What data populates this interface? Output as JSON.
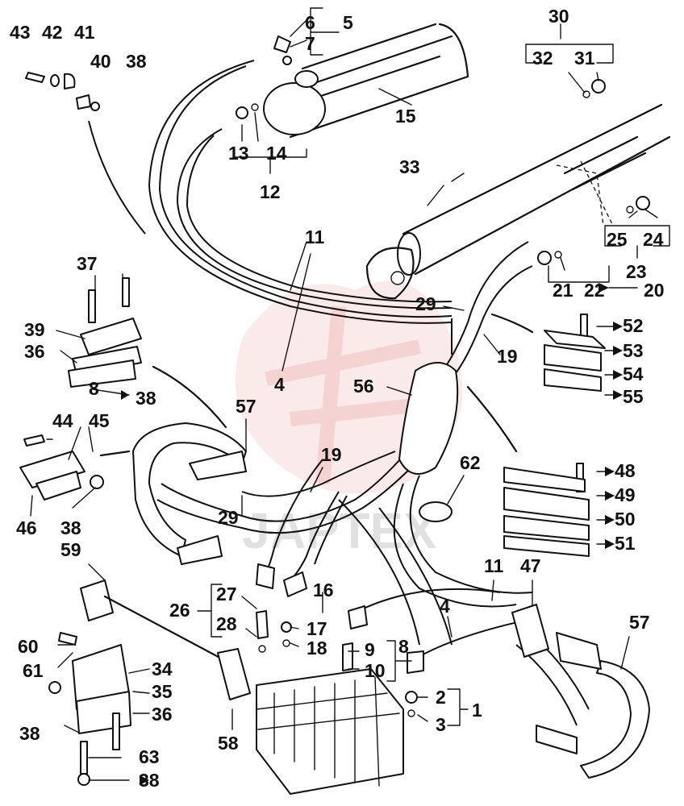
{
  "diagram": {
    "watermark": "JAPTEX",
    "callouts": [
      {
        "id": "c43",
        "text": "43"
      },
      {
        "id": "c42",
        "text": "42"
      },
      {
        "id": "c41",
        "text": "41"
      },
      {
        "id": "c40",
        "text": "40"
      },
      {
        "id": "c38a",
        "text": "38"
      },
      {
        "id": "c6",
        "text": "6"
      },
      {
        "id": "c5",
        "text": "5"
      },
      {
        "id": "c7",
        "text": "7"
      },
      {
        "id": "c15",
        "text": "15"
      },
      {
        "id": "c13",
        "text": "13"
      },
      {
        "id": "c14",
        "text": "14"
      },
      {
        "id": "c12",
        "text": "12"
      },
      {
        "id": "c30",
        "text": "30"
      },
      {
        "id": "c32",
        "text": "32"
      },
      {
        "id": "c31",
        "text": "31"
      },
      {
        "id": "c33",
        "text": "33"
      },
      {
        "id": "c25",
        "text": "25"
      },
      {
        "id": "c24",
        "text": "24"
      },
      {
        "id": "c23",
        "text": "23"
      },
      {
        "id": "c21",
        "text": "21"
      },
      {
        "id": "c22",
        "text": "22"
      },
      {
        "id": "c20",
        "text": "20"
      },
      {
        "id": "c11a",
        "text": "11"
      },
      {
        "id": "c37",
        "text": "37"
      },
      {
        "id": "c39",
        "text": "39"
      },
      {
        "id": "c36a",
        "text": "36"
      },
      {
        "id": "c8a",
        "text": "8"
      },
      {
        "id": "c38b",
        "text": "38"
      },
      {
        "id": "c29a",
        "text": "29"
      },
      {
        "id": "c52",
        "text": "52"
      },
      {
        "id": "c53",
        "text": "53"
      },
      {
        "id": "c54",
        "text": "54"
      },
      {
        "id": "c55",
        "text": "55"
      },
      {
        "id": "c19a",
        "text": "19"
      },
      {
        "id": "c4a",
        "text": "4"
      },
      {
        "id": "c57a",
        "text": "57"
      },
      {
        "id": "c56",
        "text": "56"
      },
      {
        "id": "c44",
        "text": "44"
      },
      {
        "id": "c45",
        "text": "45"
      },
      {
        "id": "c46",
        "text": "46"
      },
      {
        "id": "c38c",
        "text": "38"
      },
      {
        "id": "c19b",
        "text": "19"
      },
      {
        "id": "c62",
        "text": "62"
      },
      {
        "id": "c48",
        "text": "48"
      },
      {
        "id": "c49",
        "text": "49"
      },
      {
        "id": "c50",
        "text": "50"
      },
      {
        "id": "c51",
        "text": "51"
      },
      {
        "id": "c29b",
        "text": "29"
      },
      {
        "id": "c59",
        "text": "59"
      },
      {
        "id": "c26",
        "text": "26"
      },
      {
        "id": "c27",
        "text": "27"
      },
      {
        "id": "c28",
        "text": "28"
      },
      {
        "id": "c16",
        "text": "16"
      },
      {
        "id": "c17",
        "text": "17"
      },
      {
        "id": "c18",
        "text": "18"
      },
      {
        "id": "c9",
        "text": "9"
      },
      {
        "id": "c10",
        "text": "10"
      },
      {
        "id": "c8b",
        "text": "8"
      },
      {
        "id": "c11b",
        "text": "11"
      },
      {
        "id": "c47",
        "text": "47"
      },
      {
        "id": "c4b",
        "text": "4"
      },
      {
        "id": "c57b",
        "text": "57"
      },
      {
        "id": "c60",
        "text": "60"
      },
      {
        "id": "c61",
        "text": "61"
      },
      {
        "id": "c34",
        "text": "34"
      },
      {
        "id": "c35",
        "text": "35"
      },
      {
        "id": "c36b",
        "text": "36"
      },
      {
        "id": "c38d",
        "text": "38"
      },
      {
        "id": "c58",
        "text": "58"
      },
      {
        "id": "c2",
        "text": "2"
      },
      {
        "id": "c1",
        "text": "1"
      },
      {
        "id": "c3",
        "text": "3"
      },
      {
        "id": "c63",
        "text": "63"
      },
      {
        "id": "c38e",
        "text": "38"
      }
    ]
  }
}
